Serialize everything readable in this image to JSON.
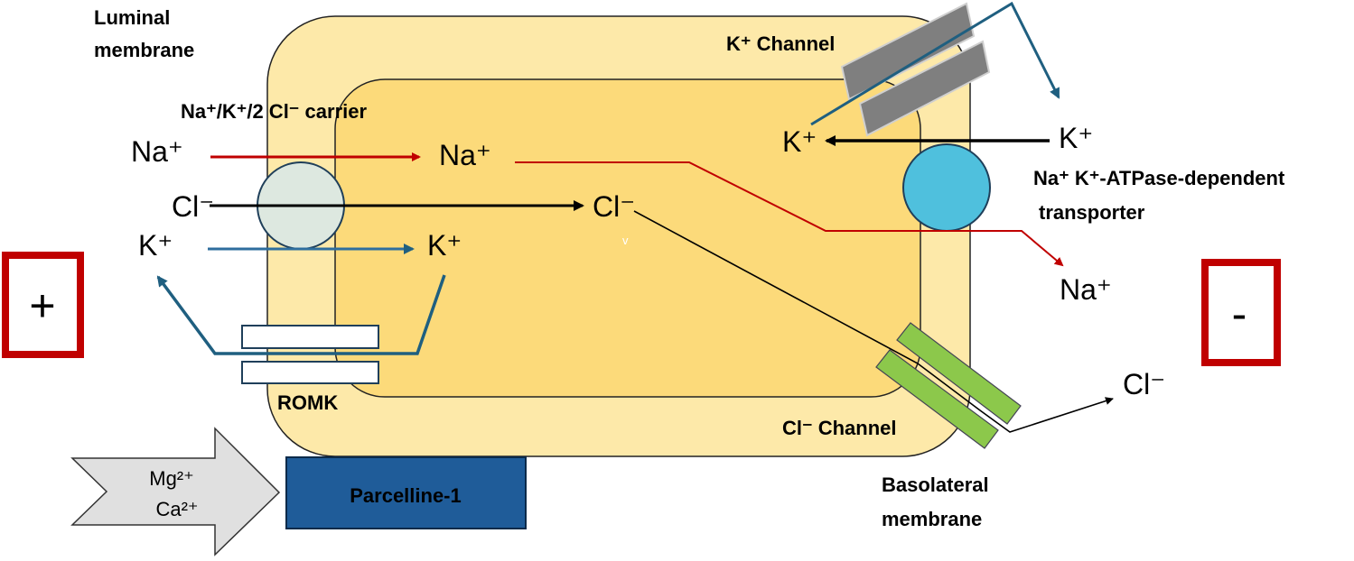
{
  "labels": {
    "luminal_line1": "Luminal",
    "luminal_line2": "membrane",
    "carrier": "Na⁺/K⁺/2 Cl⁻ carrier",
    "k_channel": "K⁺ Channel",
    "atpase_line1": "Na⁺ K⁺-ATPase-dependent",
    "atpase_line2": "transporter",
    "romk": "ROMK",
    "cl_channel": "Cl⁻ Channel",
    "basolateral_line1": "Basolateral",
    "basolateral_line2": "membrane",
    "parcelline": "Parcelline-1",
    "mg": "Mg²⁺",
    "ca": "Ca²⁺",
    "small_v": "v"
  },
  "ions": {
    "na_lumen": "Na⁺",
    "cl_lumen": "Cl⁻",
    "k_lumen": "K⁺",
    "na_cell": "Na⁺",
    "cl_cell": "Cl⁻",
    "k_cell": "K⁺",
    "k_cell_right": "K⁺",
    "k_blood": "K⁺",
    "na_blood": "Na⁺",
    "cl_blood": "Cl⁻"
  },
  "signs": {
    "plus": "+",
    "minus": "-"
  },
  "colors": {
    "outer_cell": "#FDE9A9",
    "inner_cell": "#FCDA7A",
    "cell_stroke": "#222222",
    "red_arrow": "#C00000",
    "blue_arrow": "#1F5F80",
    "black_arrow": "#000000",
    "carrier_circle": "#DDE8E0",
    "atpase_circle": "#4FC0DD",
    "k_channel": "#7F7F7F",
    "cl_channel": "#8CC84B",
    "parcelline": "#1F5C99",
    "sign_box": "#C00000",
    "grey_arrow": "#E0E0E0"
  }
}
